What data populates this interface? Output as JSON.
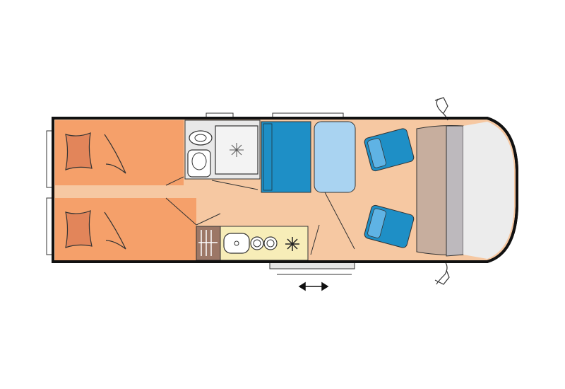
{
  "diagram": {
    "type": "motorhome-floor-plan",
    "labels": [],
    "colors": {
      "outline": "#111111",
      "floor": "#f6c8a2",
      "bed": "#f5a06a",
      "bed_pillow": "#e2855a",
      "washroom": "#e8e8e8",
      "bench_blue": "#1e8fc6",
      "bench_light": "#a9d3f1",
      "seat_blue": "#1e8fc6",
      "seat_light": "#5fb3e4",
      "cab_bench": "#c7ae9e",
      "cab_panel": "#bdb9bd",
      "cab_front": "#ececec",
      "kitchen_counter": "#f7edb8",
      "kitchen_shelf": "#9c7766",
      "door_frame": "#e5e5e5"
    },
    "zones": [
      "rear-bed-left",
      "rear-bed-right",
      "corridor",
      "washroom",
      "dinette-bench",
      "dinette-table",
      "kitchen",
      "cab-seat-driver",
      "cab-seat-passenger",
      "cab-bench",
      "cab-front",
      "entry-door"
    ],
    "icons": [
      "pillow-icon",
      "sink-icon",
      "toilet-icon",
      "shower-icon",
      "stove-icon",
      "freezer-icon",
      "door-slide-arrow-icon"
    ]
  }
}
